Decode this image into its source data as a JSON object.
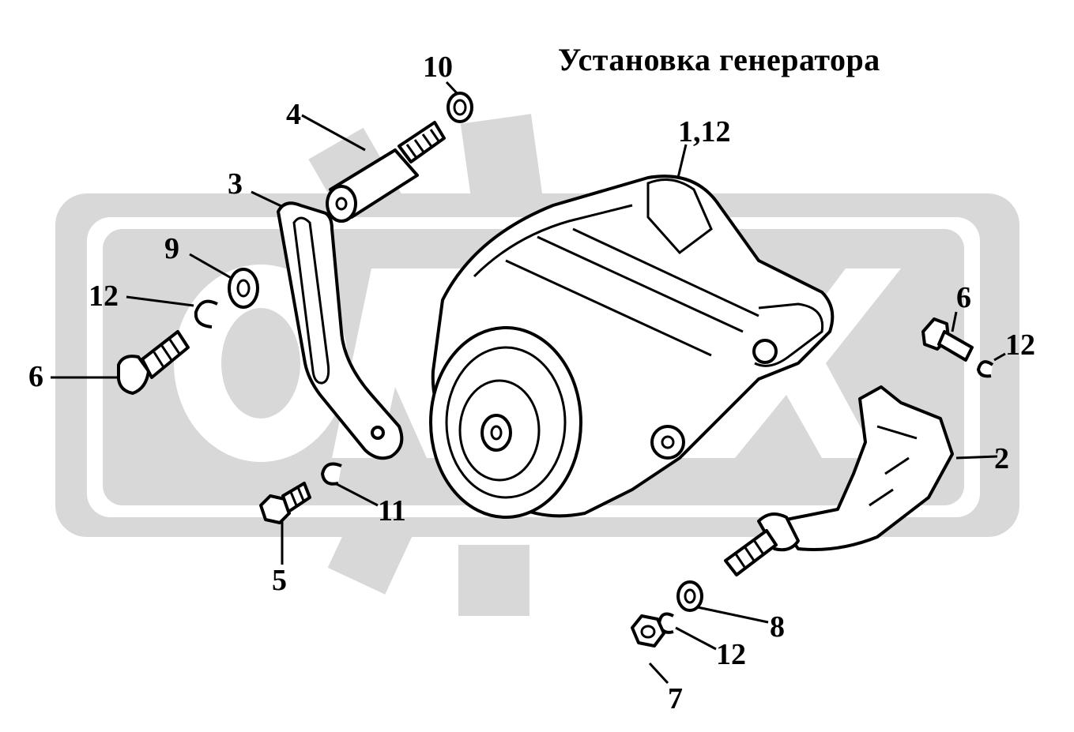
{
  "title": "Установка генератора",
  "watermark_text": "OREX",
  "callouts": {
    "c1": "1,12",
    "c2": "2",
    "c3": "3",
    "c4": "4",
    "c5": "5",
    "c6_left": "6",
    "c6_right": "6",
    "c7": "7",
    "c8": "8",
    "c9": "9",
    "c10": "10",
    "c11": "11",
    "c12_left": "12",
    "c12_right": "12",
    "c12_bottom": "12"
  },
  "colors": {
    "watermark": "#d8d8d8",
    "line": "#000000",
    "background": "#ffffff"
  }
}
